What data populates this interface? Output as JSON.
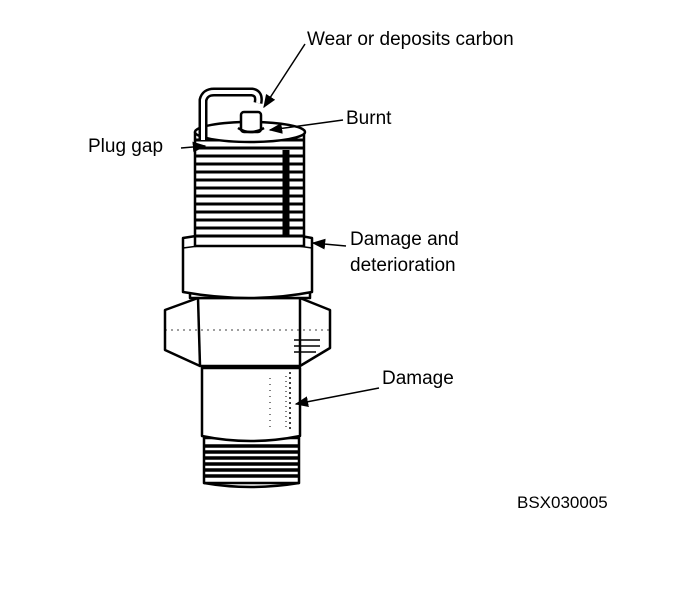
{
  "labels": {
    "wear": "Wear or deposits carbon",
    "burnt": "Burnt",
    "plug_gap": "Plug gap",
    "damage_det_line1": "Damage and",
    "damage_det_line2": "deterioration",
    "damage": "Damage",
    "figure_code": "BSX030005"
  }
}
